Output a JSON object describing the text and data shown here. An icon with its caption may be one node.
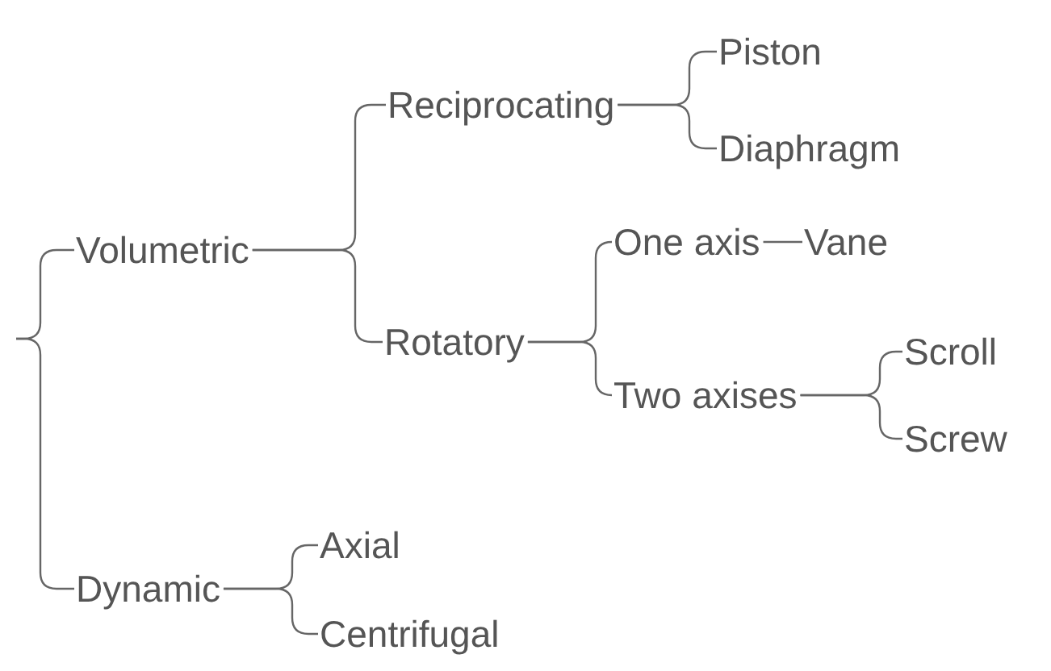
{
  "diagram": {
    "nodes": [
      {
        "text": [
          "Volumetric"
        ]
      },
      {
        "text": [
          "Dynamic"
        ]
      },
      {
        "text": [
          "Reciprocating"
        ]
      },
      {
        "text": [
          "Rotatory"
        ]
      },
      {
        "text": [
          "Piston"
        ]
      },
      {
        "text": [
          "Diaphragm"
        ]
      },
      {
        "text": [
          "One axis"
        ]
      },
      {
        "text": [
          "Two axises"
        ]
      },
      {
        "text": [
          "Vane"
        ]
      },
      {
        "text": [
          "Scroll"
        ]
      },
      {
        "text": [
          "Screw"
        ]
      },
      {
        "text": [
          "Axial"
        ]
      },
      {
        "text": [
          "Centrifugal"
        ]
      }
    ],
    "edges": [
      {
        "from": null,
        "to": 0,
        "arrow": "none"
      },
      {
        "from": null,
        "to": 1,
        "arrow": "none"
      },
      {
        "from": 0,
        "to": 2,
        "arrow": "none"
      },
      {
        "from": 0,
        "to": 3,
        "arrow": "none"
      },
      {
        "from": 2,
        "to": 4,
        "arrow": "none"
      },
      {
        "from": 2,
        "to": 5,
        "arrow": "none"
      },
      {
        "from": 3,
        "to": 6,
        "arrow": "none"
      },
      {
        "from": 3,
        "to": 7,
        "arrow": "none"
      },
      {
        "from": 6,
        "to": 8,
        "arrow": "none"
      },
      {
        "from": 7,
        "to": 9,
        "arrow": "none"
      },
      {
        "from": 7,
        "to": 10,
        "arrow": "none"
      },
      {
        "from": 1,
        "to": 11,
        "arrow": "none"
      },
      {
        "from": 1,
        "to": 12,
        "arrow": "none"
      }
    ]
  }
}
